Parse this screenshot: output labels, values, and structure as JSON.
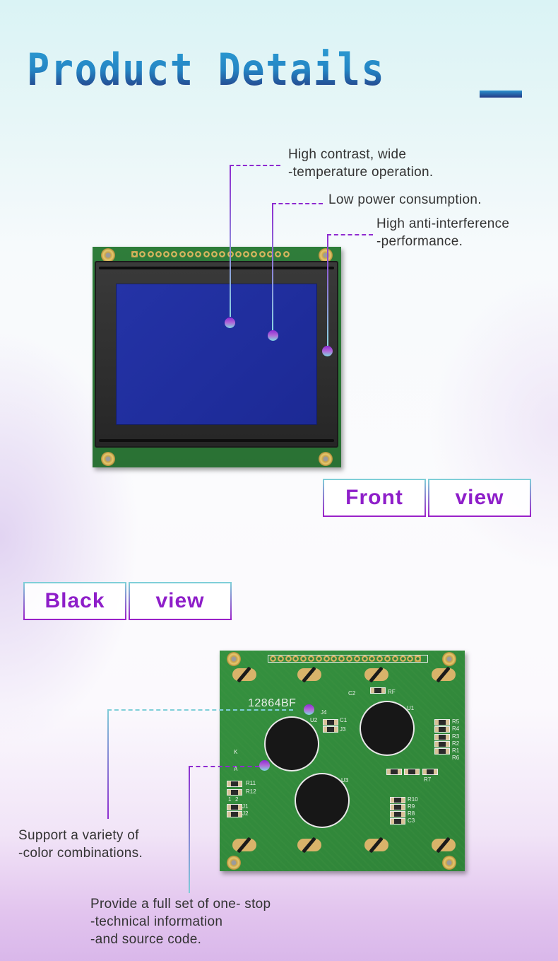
{
  "header": {
    "title": "Product Details"
  },
  "front_view": {
    "callouts": [
      {
        "text": "High contrast, wide\n-temperature operation."
      },
      {
        "text": "Low power consumption."
      },
      {
        "text": "High anti-interference\n-performance."
      }
    ],
    "label": {
      "word1": "Front",
      "word2": "view"
    }
  },
  "back_view": {
    "label": {
      "word1": "Black",
      "word2": "view"
    },
    "pcb_silkscreen": {
      "model": "12864BF",
      "refs": [
        "U1",
        "U2",
        "U3",
        "C1",
        "C2",
        "C3",
        "J1",
        "J2",
        "J3",
        "J4",
        "R1",
        "R2",
        "R3",
        "R4",
        "R5",
        "R6",
        "R7",
        "R8",
        "R9",
        "R10",
        "R11",
        "R12",
        "RF",
        "K",
        "A",
        "1",
        "2"
      ]
    },
    "callouts": [
      {
        "text": "Support a variety of\n-color combinations."
      },
      {
        "text": "Provide a full set of one- stop\n-technical information\n-and source code."
      }
    ]
  },
  "colors": {
    "title_gradient_top": "#2b9ad2",
    "title_gradient_bottom": "#24357e",
    "accent_purple": "#8e1ec9",
    "accent_cyan": "#7fd0d8",
    "lcd_blue": "#2433a6",
    "pcb_green": "#2f7d3a"
  }
}
